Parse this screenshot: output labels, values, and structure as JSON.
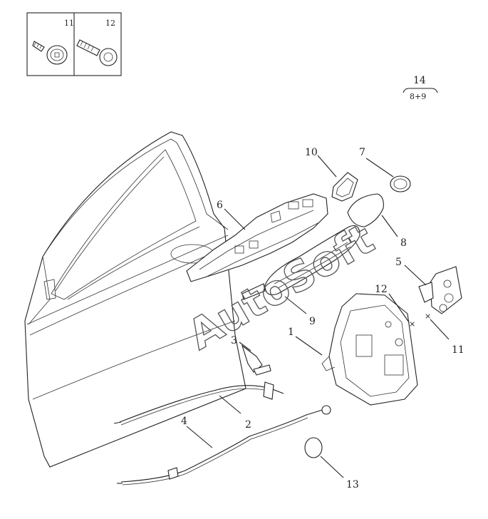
{
  "legend": {
    "left_label": "11",
    "right_label": "12"
  },
  "ratio": {
    "top": "14",
    "bottom": "8+9"
  },
  "watermark": "AutoSoft",
  "callouts": {
    "c1": "1",
    "c2": "2",
    "c3": "3",
    "c4": "4",
    "c5": "5",
    "c6": "6",
    "c7": "7",
    "c8": "8",
    "c9": "9",
    "c10": "10",
    "c11": "11",
    "c12": "12",
    "c13": "13"
  }
}
